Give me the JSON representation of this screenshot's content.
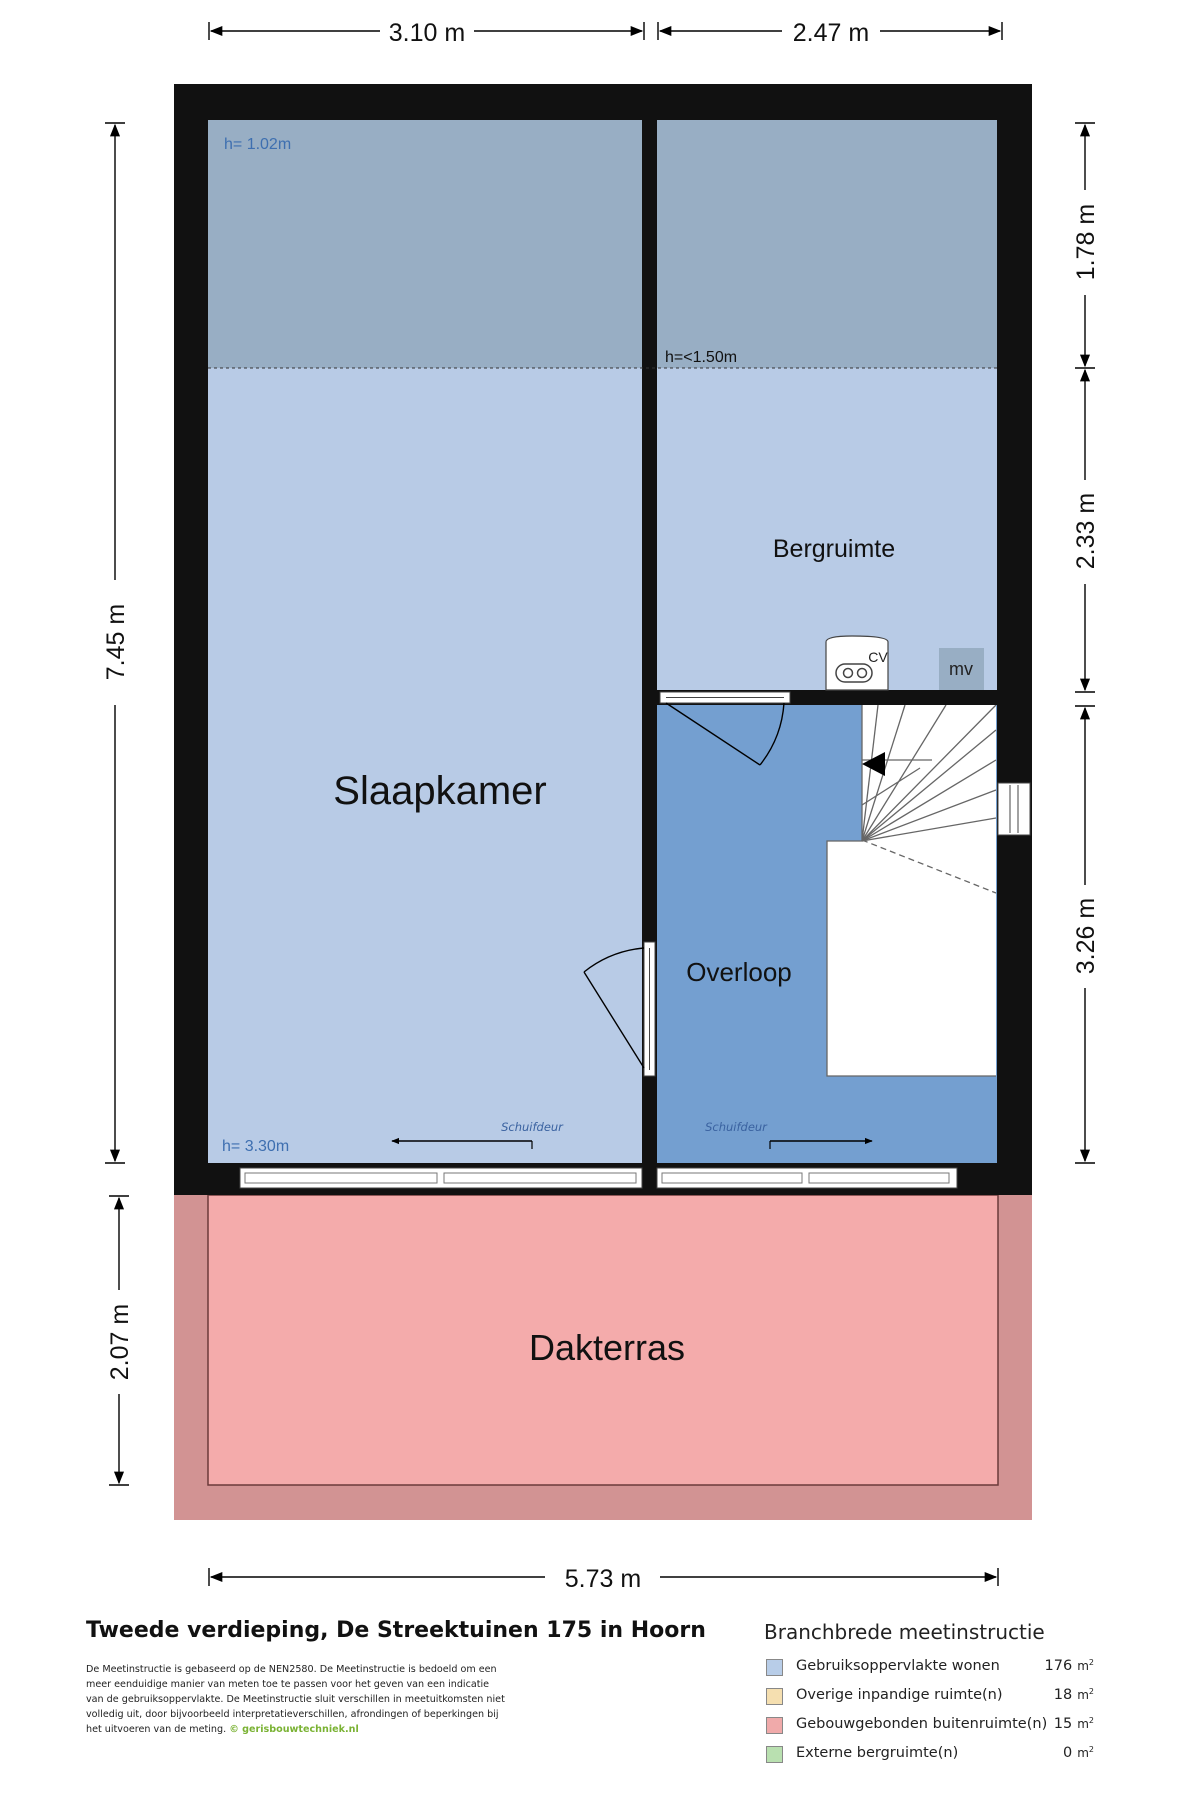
{
  "plan": {
    "rooms": {
      "slaapkamer": "Slaapkamer",
      "bergruimte": "Bergruimte",
      "overloop": "Overloop",
      "dakterras": "Dakterras"
    },
    "heights": {
      "low_ceiling_left": "h= 1.02m",
      "knee_line": "h=<1.50m",
      "full_height": "h= 3.30m"
    },
    "fixtures": {
      "cv": "CV",
      "mv": "mv"
    },
    "door_labels": {
      "sliding_left": "Schuifdeur",
      "sliding_right": "Schuifdeur"
    },
    "dimensions": {
      "top_left": "3.10 m",
      "top_right": "2.47 m",
      "left_upper": "7.45 m",
      "left_lower": "2.07 m",
      "right_top": "1.78 m",
      "right_middle": "2.33 m",
      "right_bottom": "3.26 m",
      "bottom": "5.73 m"
    }
  },
  "footer": {
    "title": "Tweede verdieping, De Streektuinen 175 in Hoorn",
    "disclaimer": "De Meetinstructie is gebaseerd op de NEN2580. De Meetinstructie is bedoeld om een meer eenduidige manier van meten toe te passen voor het geven van een indicatie van de gebruiksoppervlakte. De Meetinstructie sluit verschillen in meetuitkomsten niet volledig uit, door bijvoorbeeld interpretatieverschillen, afrondingen of beperkingen bij het uitvoeren van de meting.",
    "credit": "© gerisbouwtechniek.nl"
  },
  "legend": {
    "title": "Branchbrede meetinstructie",
    "unit": "m",
    "unit_power": "2",
    "items": [
      {
        "label": "Gebruiksoppervlakte wonen",
        "value": "176",
        "color": "#b8cde8"
      },
      {
        "label": "Overige inpandige ruimte(n)",
        "value": "18",
        "color": "#f5dfb0"
      },
      {
        "label": "Gebouwgebonden buitenruimte(n)",
        "value": "15",
        "color": "#f0aaaa"
      },
      {
        "label": "Externe bergruimte(n)",
        "value": "0",
        "color": "#b9e0b0"
      }
    ]
  }
}
